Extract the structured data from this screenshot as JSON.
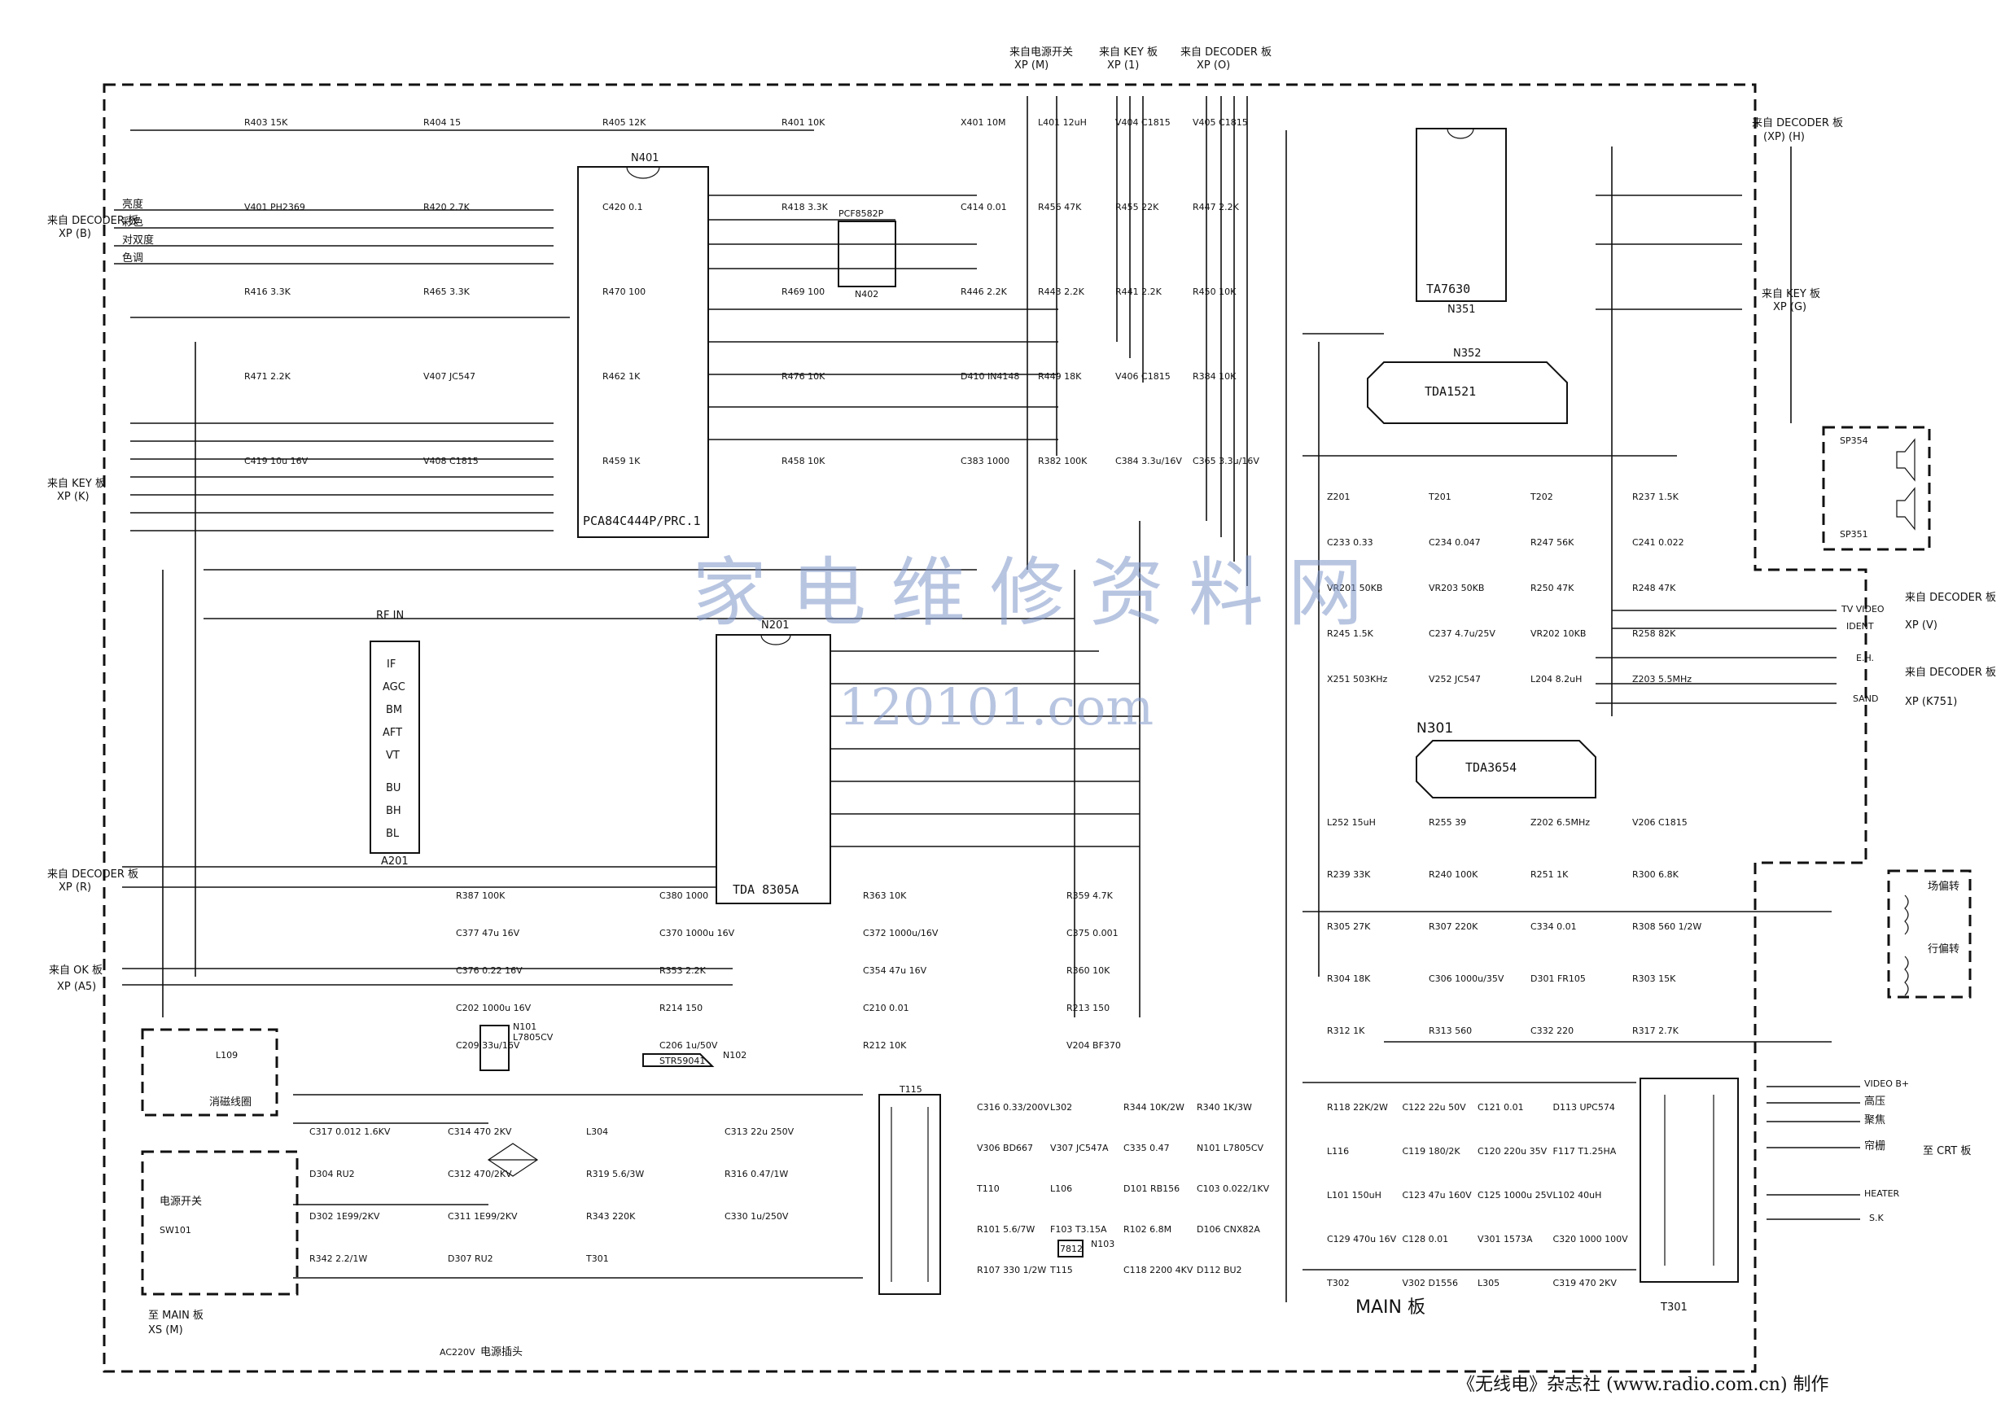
{
  "header_connectors": [
    {
      "label": "来自电源开关",
      "sub": "XP (M)"
    },
    {
      "label": "来自 KEY 板",
      "sub": "XP (1)"
    },
    {
      "label": "来自 DECODER 板",
      "sub": "XP (O)"
    }
  ],
  "left_connectors": [
    {
      "label": "来自 DECODER 板",
      "sub": "XP (B)"
    },
    {
      "label": "来自 KEY 板",
      "sub": "XP (K)"
    },
    {
      "label": "来自 DECODER 板",
      "sub": "XP (R)"
    },
    {
      "label": "来自 OK 板",
      "sub": "XP (A5)"
    }
  ],
  "left_signal_labels": [
    "亮度",
    "彩色",
    "对双度",
    "色调"
  ],
  "right_connectors": [
    {
      "label": "来自 DECODER 板",
      "sub": "(XP) (H)"
    },
    {
      "label": "来自 KEY 板",
      "sub": "XP (G)"
    },
    {
      "label": "来自 DECODER 板",
      "sub": "XP (V)"
    },
    {
      "label": "来自 DECODER 板",
      "sub": "XP (K751)"
    }
  ],
  "right_io_labels": [
    "TV VIDEO",
    "IDENT",
    "E.H.",
    "SAND",
    "VIDEO B+",
    "高压",
    "聚焦",
    "帘栅",
    "HEATER",
    "S.K"
  ],
  "coil_labels": [
    "场偏转",
    "行偏转"
  ],
  "crt_label": "至 CRT 板",
  "ics": [
    {
      "ref": "N401",
      "part": "PCA84C444P/PRC.1"
    },
    {
      "ref": "N201",
      "part": "TDA 8305A"
    },
    {
      "ref": "N351",
      "part": "TA7630"
    },
    {
      "ref": "N352",
      "part": "TDA1521"
    },
    {
      "ref": "N301",
      "part": "TDA3654"
    },
    {
      "ref": "N402",
      "part": "PCF8582P"
    },
    {
      "ref": "N101",
      "part": "L7805CV"
    },
    {
      "ref": "N102",
      "part": "STR59041"
    },
    {
      "ref": "N103",
      "part": "7812"
    }
  ],
  "tuner": {
    "ref": "A201",
    "title": "RF IN",
    "pins": [
      "IF",
      "AGC",
      "BM",
      "AFT",
      "VT",
      "BU",
      "BH",
      "BL"
    ]
  },
  "components": [
    "R403 15K",
    "R404 15",
    "R405 12K",
    "R401 10K",
    "V401 PH2369",
    "R420 2.7K",
    "C420 0.1",
    "R418 3.3K",
    "R416 3.3K",
    "R465 3.3K",
    "R470 100",
    "R469 100",
    "R471 2.2K",
    "V407 JC547",
    "R462 1K",
    "R476 10K",
    "C419 10u 16V",
    "V408 C1815",
    "R459 1K",
    "R458 10K",
    "X401 10M",
    "L401 12uH",
    "V404 C1815",
    "V405 C1815",
    "C414 0.01",
    "R456 47K",
    "R455 22K",
    "R447 2.2K",
    "R446 2.2K",
    "R443 2.2K",
    "R441 2.2K",
    "R450 10K",
    "D410 IN4148",
    "R449 18K",
    "V406 C1815",
    "R384 10K",
    "C383 1000",
    "R382 100K",
    "C384 3.3u/16V",
    "C365 3.3u/16V",
    "R387 100K",
    "C380 1000",
    "R363 10K",
    "R359 4.7K",
    "C377 47u 16V",
    "C370 1000u 16V",
    "C372 1000u/16V",
    "C375 0.001",
    "C376 0.22 16V",
    "R353 2.2K",
    "C354 47u 16V",
    "R360 10K",
    "C202 1000u 16V",
    "R214 150",
    "C210 0.01",
    "R213 150",
    "C209 33u/16V",
    "C206 1u/50V",
    "R212 10K",
    "V204 BF370",
    "Z201",
    "T201",
    "T202",
    "R237 1.5K",
    "C233 0.33",
    "C234 0.047",
    "R247 56K",
    "C241 0.022",
    "VR201 50KB",
    "VR203 50KB",
    "R250 47K",
    "R248 47K",
    "R245 1.5K",
    "C237 4.7u/25V",
    "VR202 10KB",
    "R258 82K",
    "X251 503KHz",
    "V252 JC547",
    "L204 8.2uH",
    "Z203 5.5MHz",
    "L252 15uH",
    "R255 39",
    "Z202 6.5MHz",
    "V206 C1815",
    "R239 33K",
    "R240 100K",
    "R251 1K",
    "R300 6.8K",
    "R305 27K",
    "R307 220K",
    "C334 0.01",
    "R308 560 1/2W",
    "R304 18K",
    "C306 1000u/35V",
    "D301 FR105",
    "R303 15K",
    "R312 1K",
    "R313 560",
    "C332 220",
    "R317 2.7K",
    "C316 0.33/200V",
    "L302",
    "R344 10K/2W",
    "R340 1K/3W",
    "V306 BD667",
    "V307 JC547A",
    "C335 0.47",
    "N101 L7805CV",
    "T110",
    "L106",
    "D101 RB156",
    "C103 0.022/1KV",
    "R101 5.6/7W",
    "F103 T3.15A",
    "R102 6.8M",
    "D106 CNX82A",
    "R107 330 1/2W",
    "T115",
    "C118 2200 4KV",
    "D112 BU2",
    "R118 22K/2W",
    "C122 22u 50V",
    "C121 0.01",
    "D113 UPC574",
    "L116",
    "C119 180/2K",
    "C120 220u 35V",
    "F117 T1.25HA",
    "L101 150uH",
    "C123 47u 160V",
    "C125 1000u 25V",
    "L102 40uH",
    "C129 470u 16V",
    "C128 0.01",
    "V301 1573A",
    "C320 1000 100V",
    "T302",
    "V302 D1556",
    "L305",
    "C319 470 2KV",
    "C317 0.012 1.6KV",
    "C314 470 2KV",
    "L304",
    "C313 22u 250V",
    "D304 RU2",
    "C312 470/2KV",
    "R319 5.6/3W",
    "R316 0.47/1W",
    "D302 1E99/2KV",
    "C311 1E99/2KV",
    "R343 220K",
    "C330 1u/250V",
    "R342 2.2/1W",
    "D307 RU2",
    "T301"
  ],
  "switch_labels": {
    "power_switch": "电源开关",
    "switch_ref": "SW101",
    "main_board": "至 MAIN 板",
    "main_board_sub": "XS (M)",
    "degauss": "消磁线圈",
    "degauss_ref": "L109",
    "plug": "电源插头",
    "ac": "AC220V"
  },
  "board_label": "MAIN 板",
  "watermark": {
    "line1": "家电维修资料网",
    "line2": "120101.com"
  },
  "footer": "《无线电》杂志社 (www.radio.com.cn) 制作"
}
